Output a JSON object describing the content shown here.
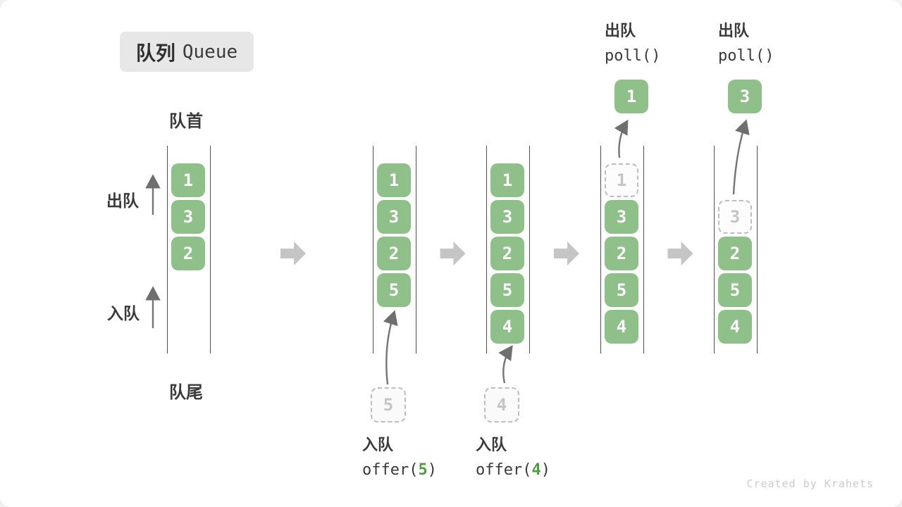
{
  "page": {
    "title_zh": "队列",
    "title_en": "Queue",
    "watermark": "Created by Krahets"
  },
  "labels": {
    "front": "队首",
    "rear": "队尾",
    "dequeue_side": "出队",
    "enqueue_side": "入队"
  },
  "colors": {
    "box_green": "#8fc08a",
    "code_green": "#539a48",
    "block_arrow_gray": "#c5c5c5",
    "thin_arrow_gray": "#757575",
    "rail_gray": "#4f4f4f",
    "dashed_gray": "#bdbdbd",
    "text_dark": "#3a3a3a",
    "badge_bg": "#e7e7e7"
  },
  "stages": [
    {
      "name": "initial",
      "boxes": [
        {
          "value": "1",
          "slot": 0,
          "style": "solid"
        },
        {
          "value": "3",
          "slot": 1,
          "style": "solid"
        },
        {
          "value": "2",
          "slot": 2,
          "style": "solid"
        }
      ]
    },
    {
      "name": "after-offer-5",
      "boxes": [
        {
          "value": "1",
          "slot": 0,
          "style": "solid"
        },
        {
          "value": "3",
          "slot": 1,
          "style": "solid"
        },
        {
          "value": "2",
          "slot": 2,
          "style": "solid"
        },
        {
          "value": "5",
          "slot": 3,
          "style": "solid"
        }
      ],
      "pending": {
        "value": "5"
      },
      "caption": {
        "zh": "入队",
        "code_pre": "offer(",
        "code_arg": "5",
        "code_post": ")"
      }
    },
    {
      "name": "after-offer-4",
      "boxes": [
        {
          "value": "1",
          "slot": 0,
          "style": "solid"
        },
        {
          "value": "3",
          "slot": 1,
          "style": "solid"
        },
        {
          "value": "2",
          "slot": 2,
          "style": "solid"
        },
        {
          "value": "5",
          "slot": 3,
          "style": "solid"
        },
        {
          "value": "4",
          "slot": 4,
          "style": "solid"
        }
      ],
      "pending": {
        "value": "4"
      },
      "caption": {
        "zh": "入队",
        "code_pre": "offer(",
        "code_arg": "4",
        "code_post": ")"
      }
    },
    {
      "name": "after-poll-1",
      "boxes": [
        {
          "value": "1",
          "slot": 0,
          "style": "dashed"
        },
        {
          "value": "3",
          "slot": 1,
          "style": "solid"
        },
        {
          "value": "2",
          "slot": 2,
          "style": "solid"
        },
        {
          "value": "5",
          "slot": 3,
          "style": "solid"
        },
        {
          "value": "4",
          "slot": 4,
          "style": "solid"
        }
      ],
      "popped": {
        "value": "1"
      },
      "header": {
        "zh": "出队",
        "code": "poll()"
      }
    },
    {
      "name": "after-poll-3",
      "boxes": [
        {
          "value": "3",
          "slot": 1,
          "style": "dashed"
        },
        {
          "value": "2",
          "slot": 2,
          "style": "solid"
        },
        {
          "value": "5",
          "slot": 3,
          "style": "solid"
        },
        {
          "value": "4",
          "slot": 4,
          "style": "solid"
        }
      ],
      "popped": {
        "value": "3"
      },
      "header": {
        "zh": "出队",
        "code": "poll()"
      }
    }
  ]
}
